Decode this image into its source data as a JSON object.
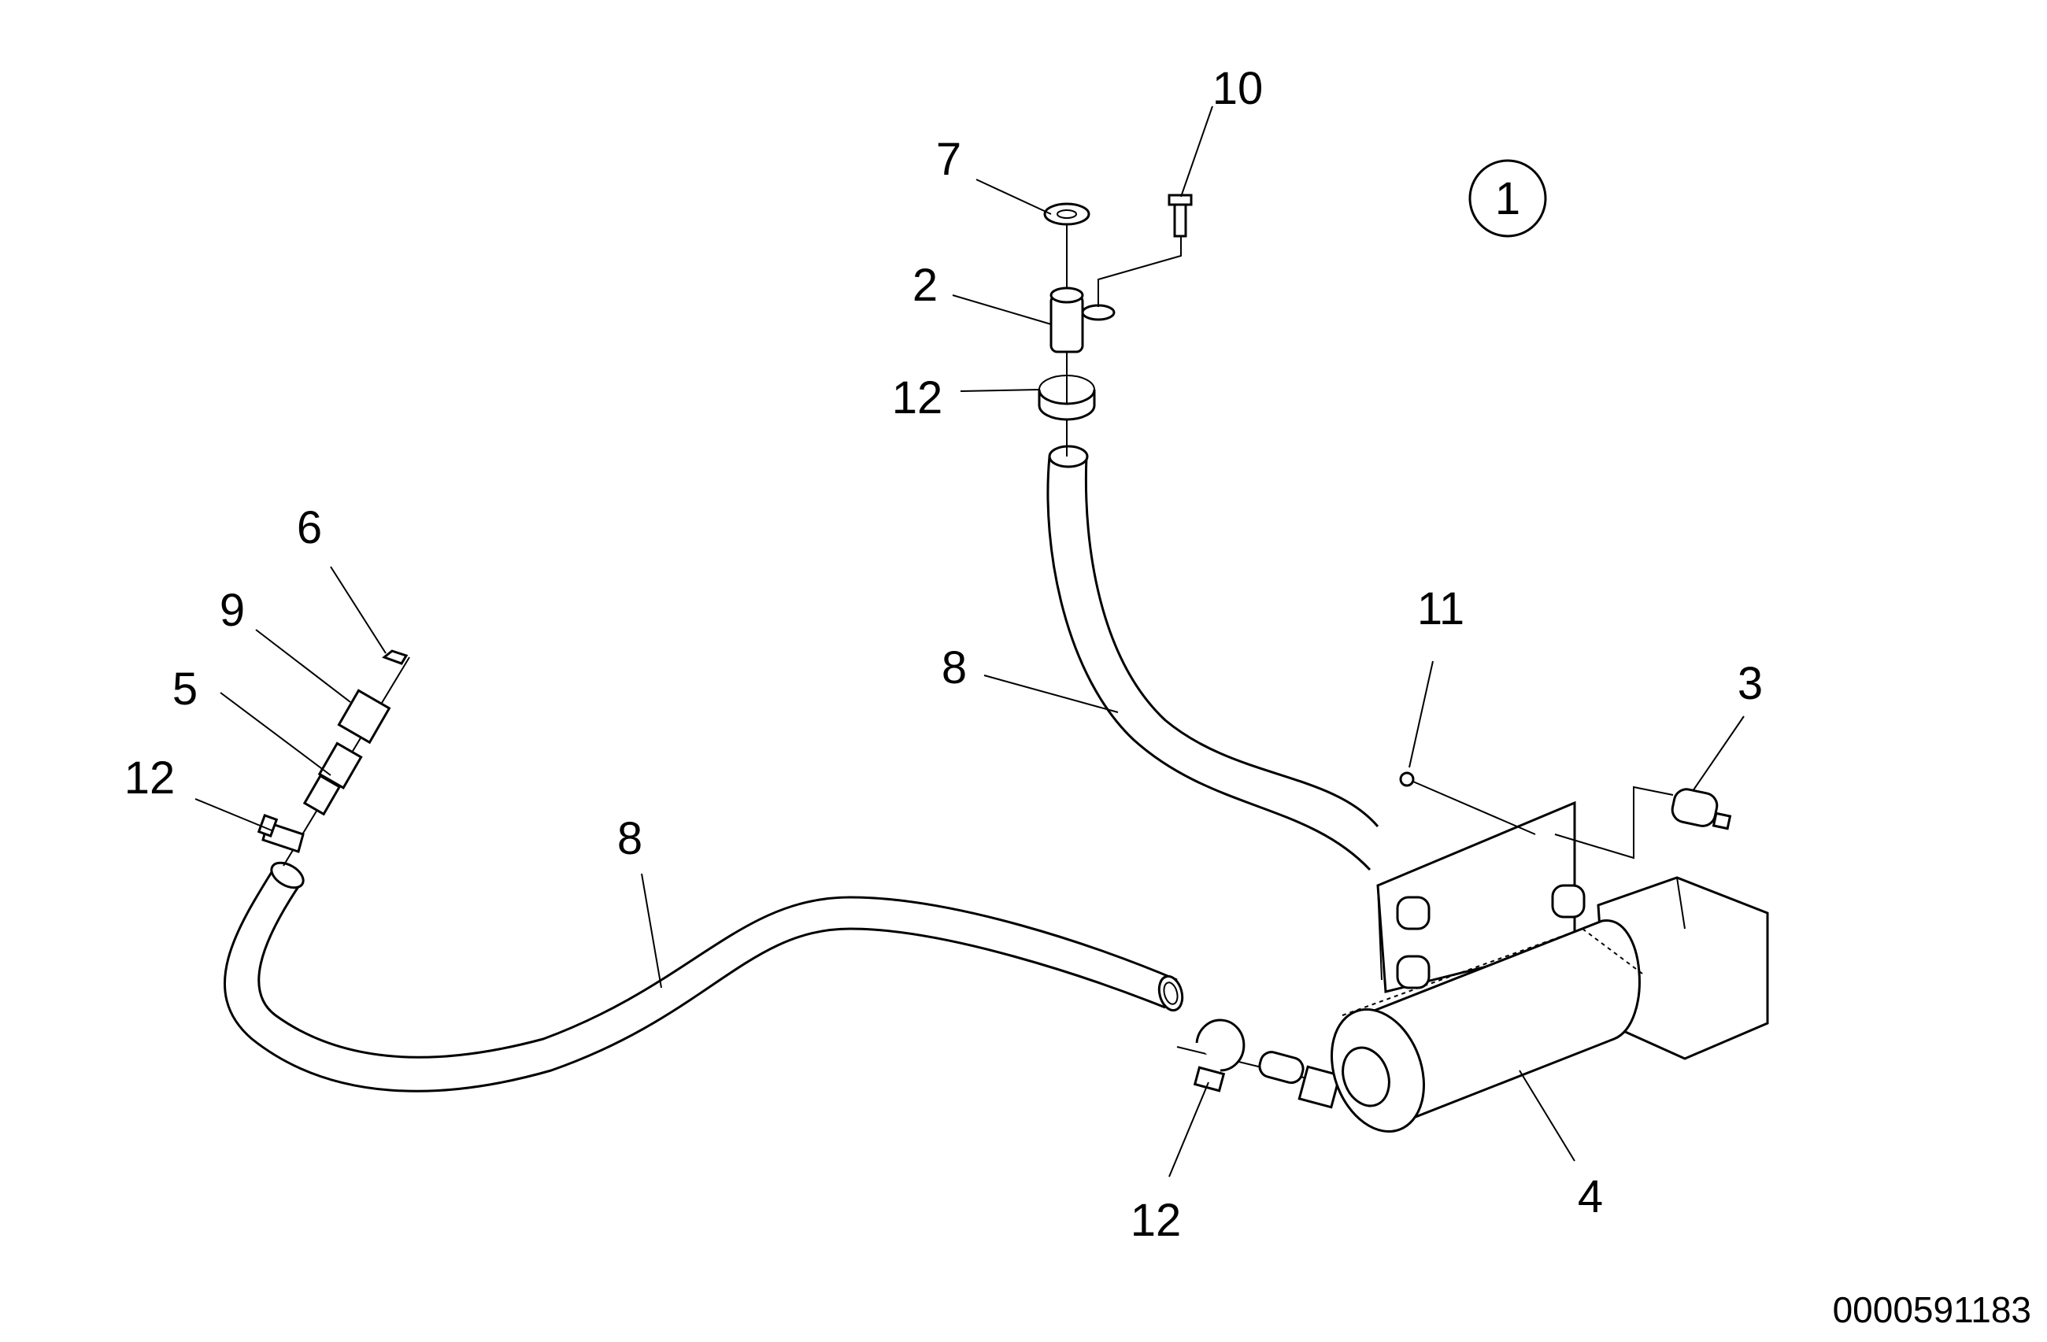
{
  "diagram": {
    "view_number": "1",
    "drawing_code": "0000591183",
    "callouts": {
      "c2": "2",
      "c3": "3",
      "c4": "4",
      "c5": "5",
      "c6": "6",
      "c7": "7",
      "c8_upper": "8",
      "c8_lower": "8",
      "c9": "9",
      "c10": "10",
      "c11": "11",
      "c12_top": "12",
      "c12_left": "12",
      "c12_bottom": "12"
    }
  }
}
